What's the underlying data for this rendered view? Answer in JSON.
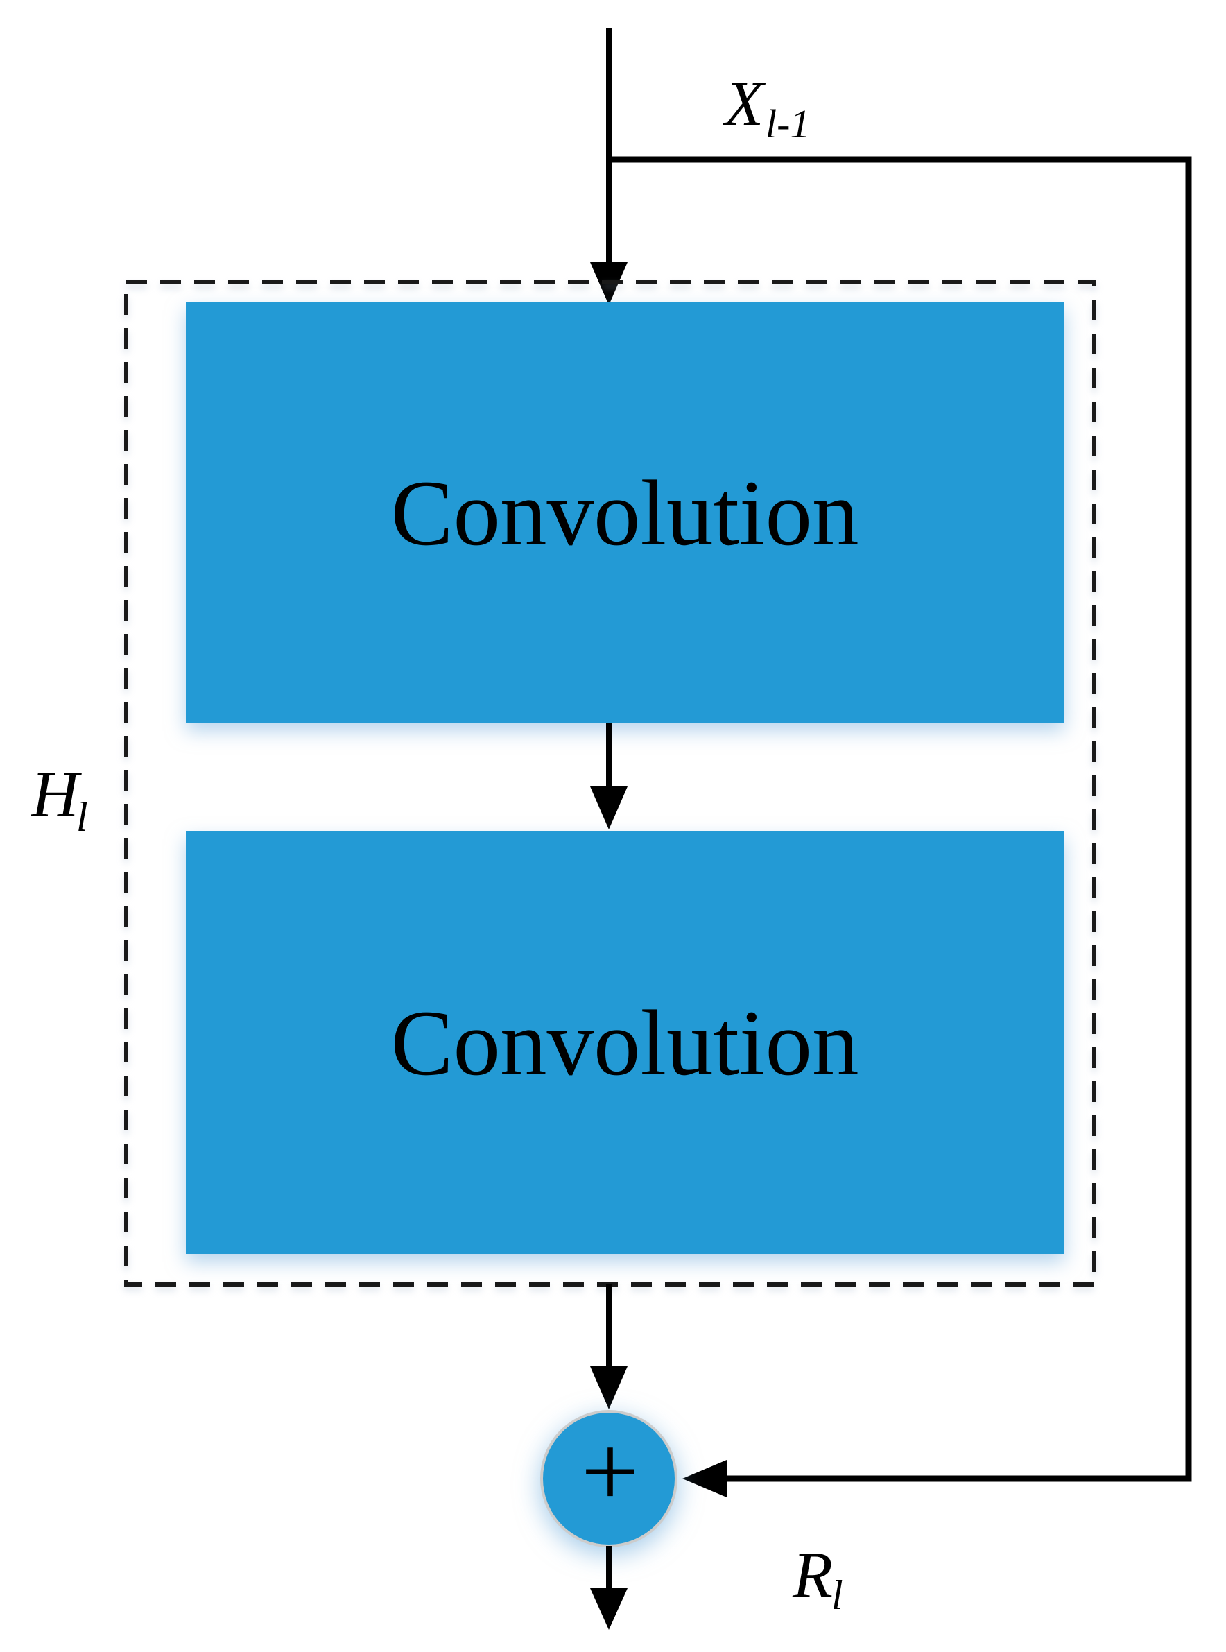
{
  "diagram": {
    "input_label": {
      "main": "X",
      "sub": "l-1"
    },
    "mapping_label": {
      "main": "H",
      "sub": "l"
    },
    "output_label": {
      "main": "R",
      "sub": "l"
    },
    "conv1": {
      "label": "Convolution"
    },
    "conv2": {
      "label": "Convolution"
    },
    "sum_operator": {
      "symbol": "+"
    },
    "colors": {
      "block_fill": "#239AD5",
      "sum_fill": "#239AD5",
      "sum_ring": "#CCCCCC",
      "line": "#000000",
      "dashed_border": "#1A1A1A",
      "text": "#000000",
      "background": "#FFFFFF"
    }
  }
}
